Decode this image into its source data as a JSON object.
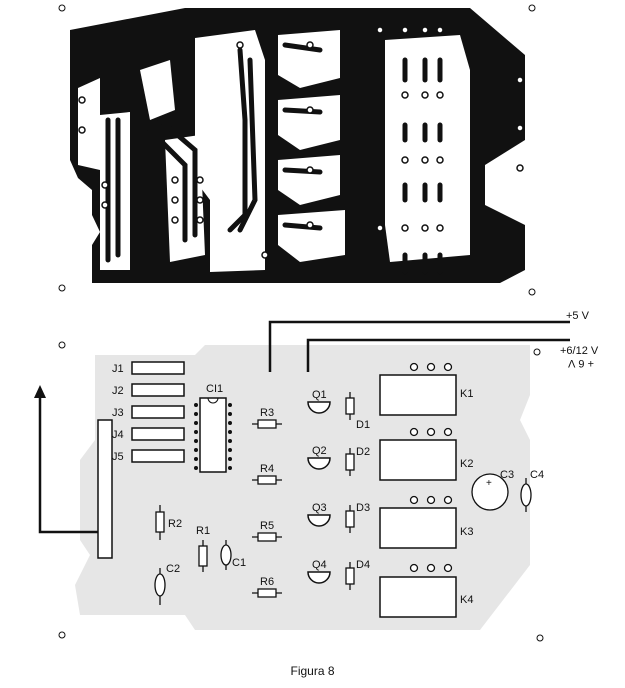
{
  "figure": {
    "caption": "Figura 8"
  },
  "pcb": {
    "supply": {
      "plus5": "+5 V",
      "plus6_12": "+6/12 V",
      "plus6_12_mirror": "+ 6 V"
    },
    "jumpers": [
      "J1",
      "J2",
      "J3",
      "J4",
      "J5"
    ],
    "ic": "CI1",
    "resistors": [
      "R1",
      "R2",
      "R3",
      "R4",
      "R5",
      "R6"
    ],
    "transistors": [
      "Q1",
      "Q2",
      "Q3",
      "Q4"
    ],
    "diodes": [
      "D1",
      "D2",
      "D3",
      "D4"
    ],
    "relays": [
      "K1",
      "K2",
      "K3",
      "K4"
    ],
    "capacitors": [
      "C1",
      "C2",
      "C3",
      "C4"
    ]
  },
  "colors": {
    "copper": "#111111",
    "board_shade": "#e6e6e6",
    "ink": "#111111"
  }
}
